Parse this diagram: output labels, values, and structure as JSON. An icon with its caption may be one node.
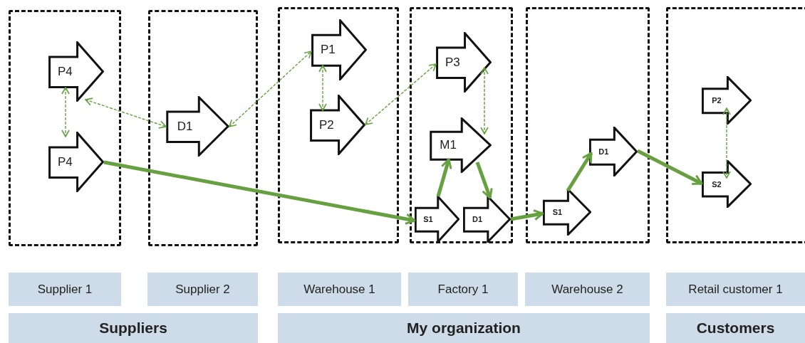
{
  "diagram": {
    "nodes": [
      {
        "text": [],
        "shape": "box"
      },
      {
        "text": [
          "P4"
        ],
        "in": 0
      },
      {
        "text": [
          "P4"
        ],
        "in": 0
      },
      {
        "text": [],
        "shape": "box"
      },
      {
        "text": [
          "D1"
        ],
        "in": 3
      },
      {
        "text": [],
        "shape": "box"
      },
      {
        "text": [
          "P1"
        ],
        "in": 5
      },
      {
        "text": [
          "P2"
        ],
        "in": 5
      },
      {
        "text": [],
        "shape": "box"
      },
      {
        "text": [
          "P3"
        ],
        "in": 8
      },
      {
        "text": [
          "M1"
        ],
        "in": 8
      },
      {
        "text": [
          "S1"
        ],
        "in": 8
      },
      {
        "text": [
          "D1"
        ],
        "in": 8
      },
      {
        "text": [],
        "shape": "box"
      },
      {
        "text": [
          "D1"
        ],
        "in": 13
      },
      {
        "text": [
          "S1"
        ],
        "in": 13
      },
      {
        "text": [],
        "shape": "box"
      },
      {
        "text": [
          "P2"
        ],
        "in": 16
      },
      {
        "text": [
          "S2"
        ],
        "in": 16
      },
      {
        "text": [
          "Supplier 1"
        ]
      },
      {
        "text": [
          "Supplier 2"
        ]
      },
      {
        "text": [
          "Warehouse 1"
        ]
      },
      {
        "text": [
          "Factory 1"
        ]
      },
      {
        "text": [
          "Warehouse 2"
        ]
      },
      {
        "text": [
          "Retail customer 1"
        ]
      },
      {
        "text": [
          "Suppliers"
        ]
      },
      {
        "text": [
          "My organization"
        ]
      },
      {
        "text": [
          "Customers"
        ]
      }
    ],
    "edges": [
      {
        "from": 1,
        "to": 2,
        "arrow": "both",
        "style": "dashed"
      },
      {
        "from": 1,
        "to": 4,
        "arrow": "both",
        "style": "dashed"
      },
      {
        "from": 4,
        "to": 6,
        "arrow": "both",
        "style": "dashed"
      },
      {
        "from": 6,
        "to": 7,
        "arrow": "both",
        "style": "dashed"
      },
      {
        "from": 7,
        "to": 9,
        "arrow": "both",
        "style": "dashed"
      },
      {
        "from": 9,
        "to": 10,
        "arrow": "both",
        "style": "dashed"
      },
      {
        "from": 17,
        "to": 18,
        "arrow": "both",
        "style": "dashed"
      },
      {
        "from": 2,
        "to": 11,
        "arrow": "to",
        "style": "thick"
      },
      {
        "from": 11,
        "to": 10,
        "arrow": "to",
        "style": "thick"
      },
      {
        "from": 10,
        "to": 12,
        "arrow": "to",
        "style": "thick"
      },
      {
        "from": 12,
        "to": 15,
        "arrow": "to",
        "style": "thick"
      },
      {
        "from": 15,
        "to": 14,
        "arrow": "to",
        "style": "thick"
      },
      {
        "from": 14,
        "to": 18,
        "arrow": "to",
        "style": "thick"
      }
    ]
  }
}
